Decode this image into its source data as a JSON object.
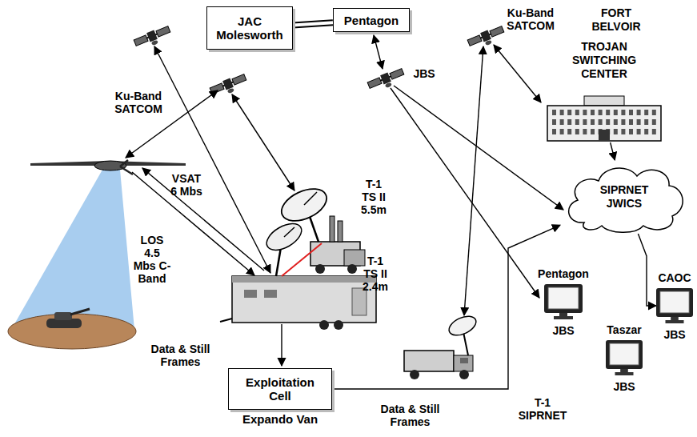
{
  "diagram": {
    "nodes": [
      {
        "text": [
          "JAC Molesworth"
        ]
      },
      {
        "text": [
          "Pentagon"
        ]
      },
      {
        "text": [
          "Exploitation Cell",
          "Expando Van"
        ]
      },
      {
        "text": [
          "SIPRNET JWICS"
        ]
      },
      {
        "text": [
          "FORT BELVOIR",
          "TROJAN SWITCHING CENTER"
        ]
      },
      {
        "text": [
          "Pentagon",
          "JBS"
        ]
      },
      {
        "text": [
          "Taszar",
          "JBS"
        ]
      },
      {
        "text": [
          "CAOC",
          "JBS"
        ]
      }
    ],
    "edges": [
      {
        "from": 0,
        "to": 1,
        "arrow": "none"
      },
      {
        "from": 2,
        "to": 3,
        "label": "T-1 SIPRNET",
        "arrow": "to"
      },
      {
        "from": 4,
        "to": 3,
        "arrow": "to"
      },
      {
        "from": 3,
        "to": 7,
        "arrow": "to"
      }
    ],
    "labels": [
      "Ku-Band SATCOM",
      "Ku-Band SATCOM",
      "JBS",
      "VSAT 6 Mbs",
      "LOS 4.5 Mbs C-Band",
      "T-1 TS II 5.5m",
      "T-1 TS II 2.4m",
      "Data & Still Frames",
      "Data & Still Frames"
    ]
  }
}
